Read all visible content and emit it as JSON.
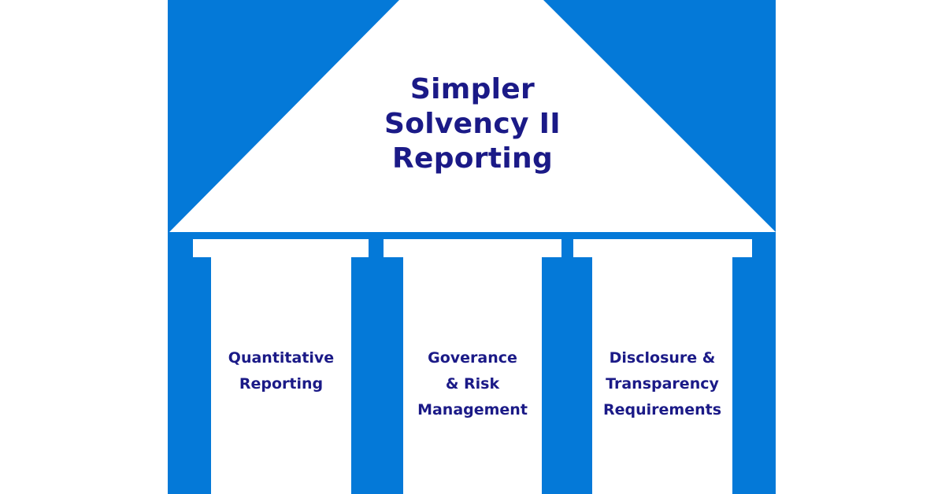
{
  "colors": {
    "panel_blue": "#0479d8",
    "text_navy": "#1b1a87",
    "background": "#ffffff"
  },
  "roof": {
    "title_lines": [
      "Simpler",
      "Solvency II",
      "Reporting"
    ]
  },
  "pillars": [
    {
      "lines": [
        "Quantitative",
        "Reporting"
      ]
    },
    {
      "lines": [
        "Goverance",
        "& Risk",
        "Management"
      ]
    },
    {
      "lines": [
        "Disclosure &",
        "Transparency",
        "Requirements"
      ]
    }
  ]
}
